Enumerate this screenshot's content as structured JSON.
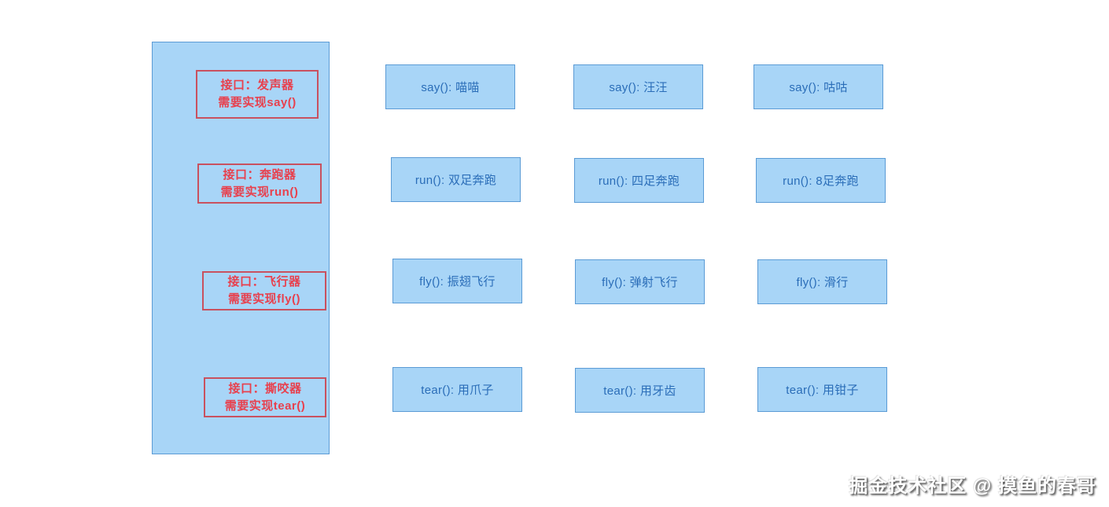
{
  "colors": {
    "panel_fill": "#a8d5f7",
    "panel_border": "#5b9bd5",
    "box_fill": "#a8d5f7",
    "box_border": "#5b9bd5",
    "box_text": "#2a6db8",
    "iface_border": "#c9515f",
    "iface_text": "#e8404d"
  },
  "interface_panel": {
    "items": [
      {
        "title": "接口：发声器",
        "requirement": "需要实现say()"
      },
      {
        "title": "接口：奔跑器",
        "requirement": "需要实现run()"
      },
      {
        "title": "接口：飞行器",
        "requirement": "需要实现fly()"
      },
      {
        "title": "接口：撕咬器",
        "requirement": "需要实现tear()"
      }
    ]
  },
  "implementations": {
    "rows": [
      {
        "method": "say",
        "cells": [
          {
            "label": "say(): 喵喵"
          },
          {
            "label": "say(): 汪汪"
          },
          {
            "label": "say(): 咕咕"
          }
        ]
      },
      {
        "method": "run",
        "cells": [
          {
            "label": "run(): 双足奔跑"
          },
          {
            "label": "run(): 四足奔跑"
          },
          {
            "label": "run(): 8足奔跑"
          }
        ]
      },
      {
        "method": "fly",
        "cells": [
          {
            "label": "fly(): 振翅飞行"
          },
          {
            "label": "fly(): 弹射飞行"
          },
          {
            "label": "fly(): 滑行"
          }
        ]
      },
      {
        "method": "tear",
        "cells": [
          {
            "label": "tear(): 用爪子"
          },
          {
            "label": "tear(): 用牙齿"
          },
          {
            "label": "tear(): 用钳子"
          }
        ]
      }
    ]
  },
  "watermark": {
    "text": "掘金技术社区 @ 摸鱼的春哥"
  }
}
